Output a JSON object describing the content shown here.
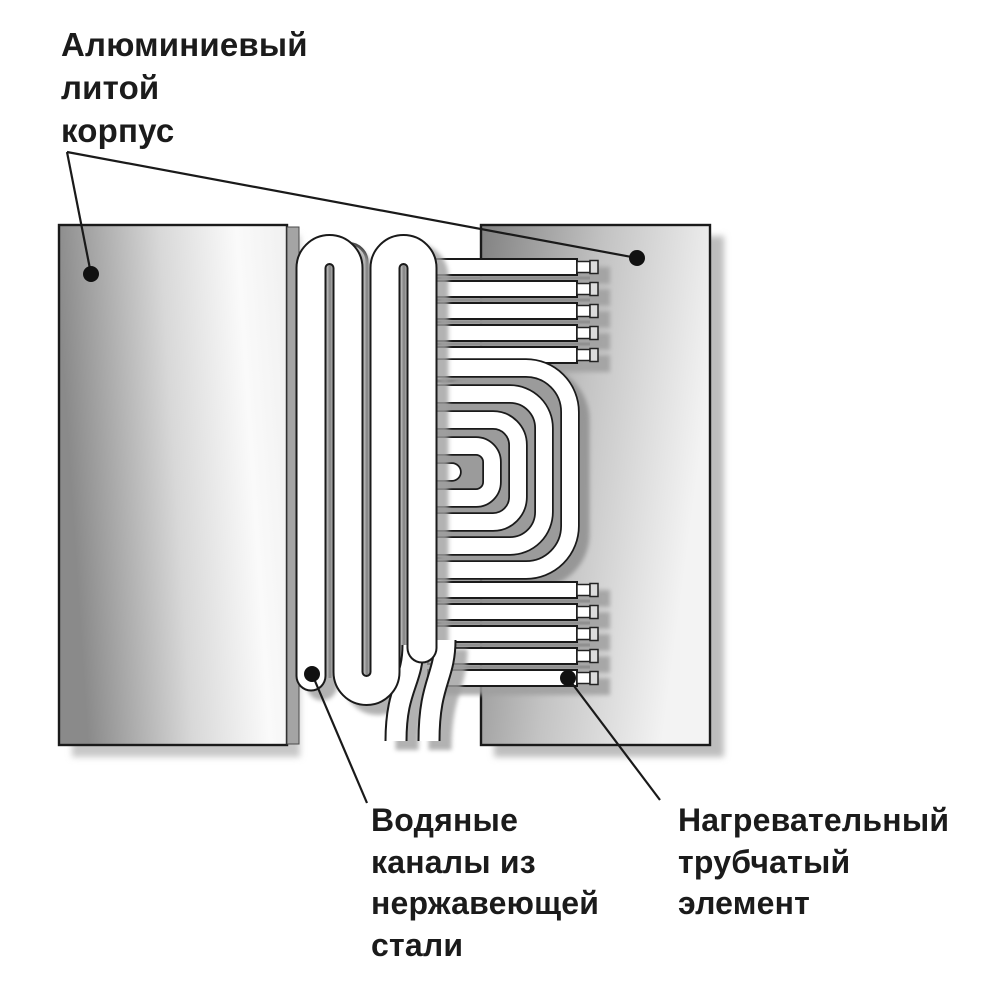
{
  "diagram": {
    "background": "#ffffff",
    "outline_color": "#1a1a1a",
    "callout_dot_color": "#111111",
    "tube_color": "#ffffff",
    "shadow_color": "#9f9f9f",
    "block_dark": "#878787",
    "block_light": "#f4f4f4",
    "labels": {
      "aluminum_body": "Алюминиевый\nлитой\nкорпус",
      "water_channels": "Водяные\nканалы из\nнержавеющей\nстали",
      "heating_element": "Нагревательный\nтрубчатый\nэлемент"
    }
  }
}
